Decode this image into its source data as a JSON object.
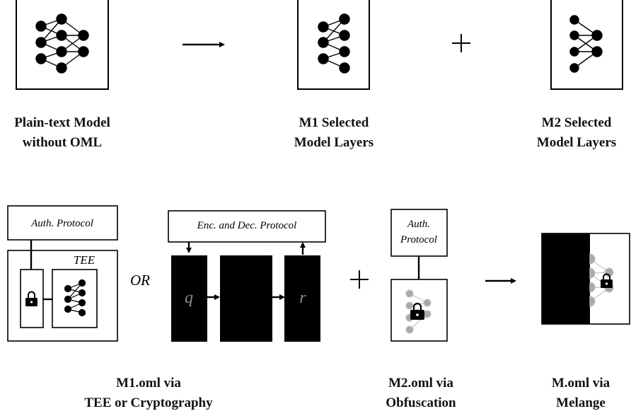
{
  "top_row": {
    "captions": [
      [
        "Plain-text Model",
        "without OML"
      ],
      [
        "M1 Selected",
        "Model Layers"
      ],
      [
        "M2 Selected",
        "Model Layers"
      ]
    ]
  },
  "bottom_row": {
    "tee_panel": {
      "auth_label": "Auth. Protocol",
      "tee_label": "TEE"
    },
    "or_label": "OR",
    "crypto_panel": {
      "protocol_label": "Enc. and Dec. Protocol",
      "q_label": "q",
      "r_label": "r"
    },
    "obf_panel": {
      "auth_label_line1": "Auth.",
      "auth_label_line2": "Protocol"
    },
    "captions": [
      [
        "M1.oml via",
        "TEE or Cryptography"
      ],
      [
        "M2.oml  via",
        "Obfuscation"
      ],
      [
        "M.oml via",
        "Melange"
      ]
    ]
  },
  "colors": {
    "ink": "#000000",
    "grey_node": "#a9a9a9",
    "grey_text": "#8a8a8a"
  }
}
